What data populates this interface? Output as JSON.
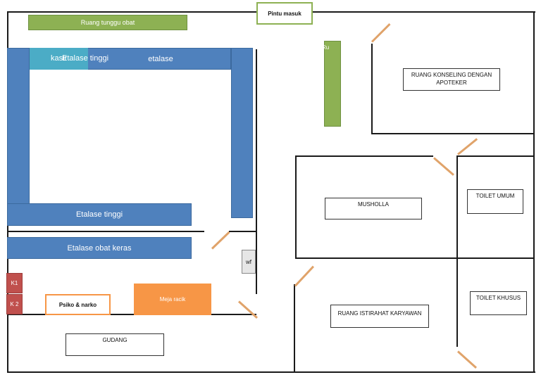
{
  "entrance": "Pintu masuk",
  "waiting_room": "Ruang tunggu obat",
  "top_cabinets": {
    "kasir": "kasir",
    "tall": "Etalase tinggi",
    "display": "etalase"
  },
  "left_tall_shelf": "Etalase tinggi",
  "hard_drug_shelf": "Etalase obat keras",
  "green_vertical_overlap": "Ru          se",
  "wf": "wf",
  "k1": "K1",
  "k2": "K 2",
  "psiko": "Psiko & narko",
  "meja_racik": "Meja racik",
  "gudang": "GUDANG",
  "counseling": "RUANG KONSELING DENGAN APOTEKER",
  "musholla": "MUSHOLLA",
  "toilet_umum": "TOILET UMUM",
  "istirahat": "RUANG ISTIRAHAT KARYAWAN",
  "toilet_khusus": "TOILET KHUSUS",
  "colors": {
    "green": "#8db153",
    "blue": "#4f81bd",
    "teal": "#4bacc6",
    "red": "#c0504d",
    "orange": "#f79646",
    "door": "#e0a36a"
  }
}
